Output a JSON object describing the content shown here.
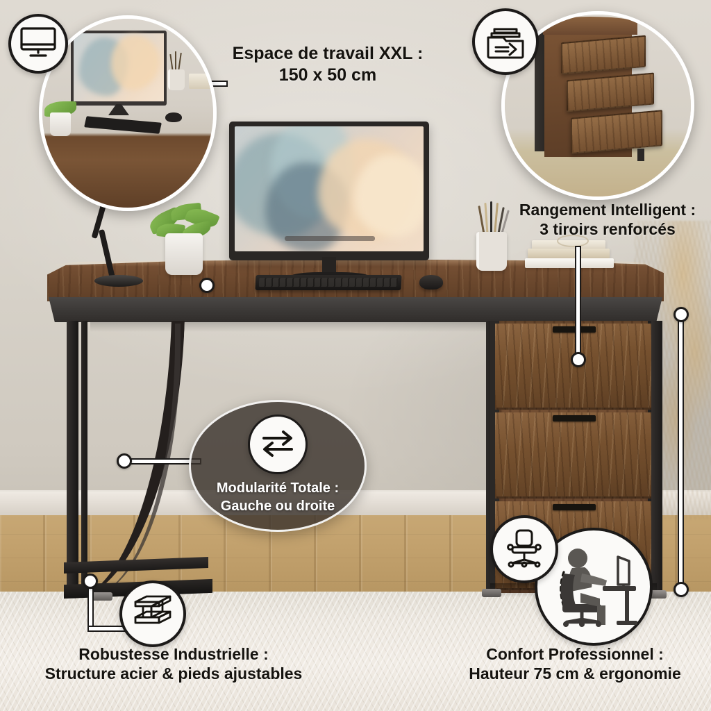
{
  "product": {
    "type": "desk-infographic",
    "scene": "rustic industrial computer desk with 3-drawer cabinet in a home office"
  },
  "colors": {
    "wood": "#6e4a2f",
    "steel": "#1f1d1c",
    "wall": "#d9d4cb",
    "floor": "#c3a26e",
    "badge_bg": "#fbfaf8",
    "overlay": "rgba(58,50,44,0.80)",
    "text": "#15130f"
  },
  "features": [
    {
      "id": "workspace",
      "icon": "monitor-icon",
      "line1": "Espace de travail XXL :",
      "line2": "150 x 50 cm",
      "dimensions": {
        "width_cm": 150,
        "depth_cm": 50
      }
    },
    {
      "id": "storage",
      "icon": "file-drawer-icon",
      "line1": "Rangement Intelligent :",
      "line2": "3 tiroirs renforcés",
      "drawer_count": 3
    },
    {
      "id": "modularity",
      "icon": "swap-arrows-icon",
      "line1": "Modularité Totale :",
      "line2": "Gauche ou droite"
    },
    {
      "id": "robustness",
      "icon": "steel-ibeam-icon",
      "line1": "Robustesse Industrielle :",
      "line2": "Structure acier & pieds ajustables"
    },
    {
      "id": "comfort",
      "icon": "office-chair-icon",
      "icon_secondary": "ergonomic-person-desk-icon",
      "line1": "Confort Professionnel :",
      "line2": "Hauteur 75 cm & ergonomie",
      "height_cm": 75
    }
  ],
  "zoom_circles": [
    {
      "id": "desktop-zoom",
      "subject": "desk surface with monitor, keyboard, mouse, plant and pencil cup"
    },
    {
      "id": "drawers-zoom",
      "subject": "three open rustic wood drawers on black steel frame"
    }
  ]
}
